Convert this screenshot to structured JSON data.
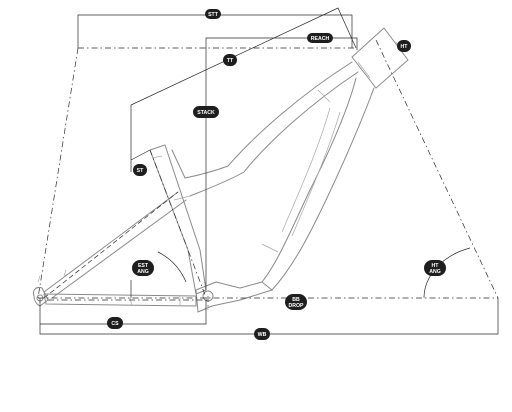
{
  "labels": {
    "stt": "STT",
    "reach": "REACH",
    "ht": "HT",
    "tt": "TT",
    "stack": "STACK",
    "st": "ST",
    "est_ang": [
      "EST",
      "ANG"
    ],
    "ht_ang": [
      "HT",
      "ANG"
    ],
    "bb_drop": [
      "BB",
      "DROP"
    ],
    "cs": "CS",
    "wb": "WB"
  }
}
